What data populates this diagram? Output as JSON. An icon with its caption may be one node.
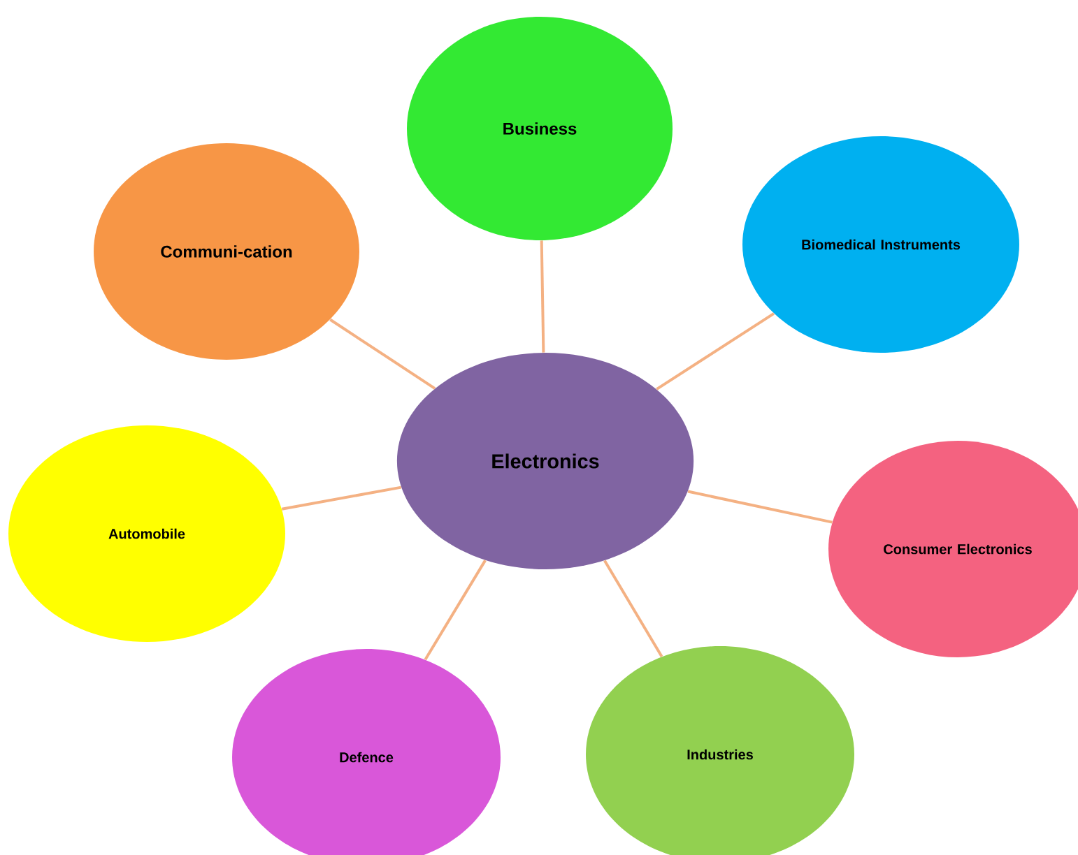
{
  "diagram": {
    "nodes": [
      {
        "text": [
          "Electronics"
        ]
      },
      {
        "text": [
          "Business"
        ]
      },
      {
        "text": [
          "Communi-cation"
        ]
      },
      {
        "text": [
          "Biomedical Instruments"
        ]
      },
      {
        "text": [
          "Automobile"
        ]
      },
      {
        "text": [
          "Consumer Electronics"
        ]
      },
      {
        "text": [
          "Defence"
        ]
      },
      {
        "text": [
          "Industries"
        ]
      }
    ],
    "edges": [
      {
        "from": 0,
        "to": 1,
        "arrow": "none"
      },
      {
        "from": 0,
        "to": 2,
        "arrow": "none"
      },
      {
        "from": 0,
        "to": 3,
        "arrow": "none"
      },
      {
        "from": 0,
        "to": 4,
        "arrow": "none"
      },
      {
        "from": 0,
        "to": 5,
        "arrow": "none"
      },
      {
        "from": 0,
        "to": 6,
        "arrow": "none"
      },
      {
        "from": 0,
        "to": 7,
        "arrow": "none"
      }
    ]
  }
}
